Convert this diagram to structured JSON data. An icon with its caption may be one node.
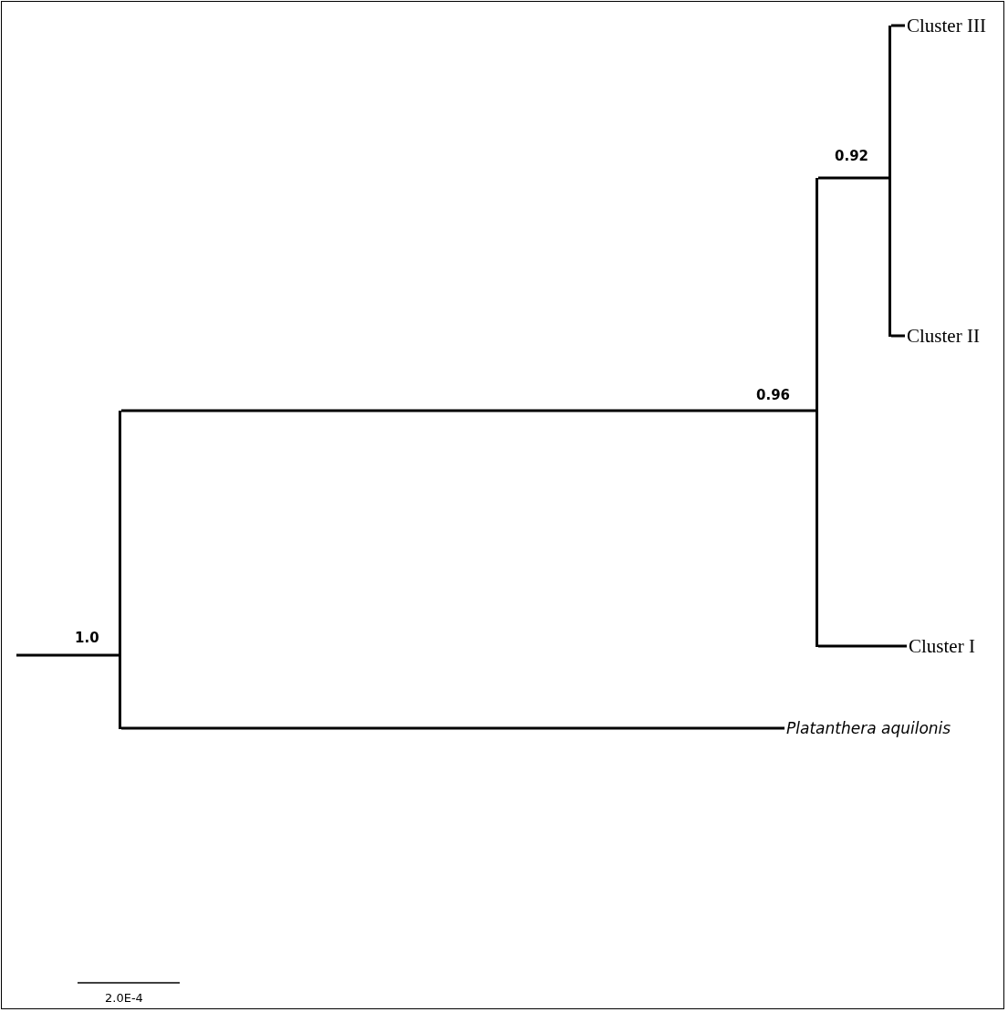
{
  "diagram": {
    "nodes": [
      {
        "text": [],
        "shape": "bar",
        "beside": [
          "1.0"
        ]
      },
      {
        "text": [],
        "shape": "bar",
        "beside": [
          "0.96"
        ]
      },
      {
        "text": [],
        "shape": "bar",
        "beside": [
          "0.92"
        ]
      },
      {
        "text": [
          "Cluster III"
        ]
      },
      {
        "text": [
          "Cluster II"
        ]
      },
      {
        "text": [
          "Cluster I"
        ]
      },
      {
        "text": [
          "Platanthera aquilonis"
        ]
      }
    ],
    "edges": [
      {
        "from": null,
        "to": 0,
        "arrow": "none"
      },
      {
        "from": 0,
        "to": 1,
        "arrow": "none"
      },
      {
        "from": 0,
        "to": 6,
        "arrow": "none"
      },
      {
        "from": 1,
        "to": 2,
        "arrow": "none"
      },
      {
        "from": 1,
        "to": 5,
        "arrow": "none"
      },
      {
        "from": 2,
        "to": 3,
        "arrow": "none"
      },
      {
        "from": 2,
        "to": 4,
        "arrow": "none"
      }
    ],
    "labels": [
      "2.0E-4"
    ]
  }
}
